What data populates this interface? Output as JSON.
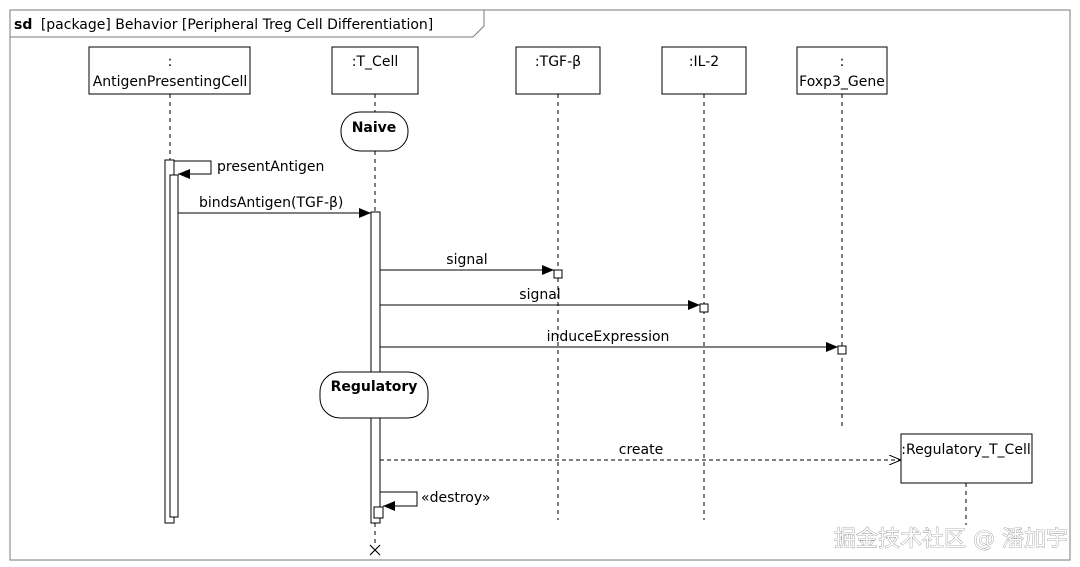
{
  "frame": {
    "keyword": "sd",
    "title": "[package] Behavior [Peripheral Treg Cell Differentiation]"
  },
  "lifelines": [
    {
      "colon": ":",
      "name": "AntigenPresentingCell"
    },
    {
      "name": ":T_Cell"
    },
    {
      "name": ":TGF-β"
    },
    {
      "name": ":IL-2"
    },
    {
      "colon": ":",
      "name": "Foxp3_Gene"
    },
    {
      "name": ":Regulatory_T_Cell"
    }
  ],
  "states": {
    "naive": "Naive",
    "regulatory": "Regulatory"
  },
  "messages": {
    "present_antigen": "presentAntigen",
    "binds_antigen": "bindsAntigen(TGF-β)",
    "signal_tgf": "signal",
    "signal_il2": "signal",
    "induce_expression": "induceExpression",
    "create": "create",
    "destroy": "«destroy»"
  },
  "watermark": "掘金技术社区 @ 潘加宇"
}
